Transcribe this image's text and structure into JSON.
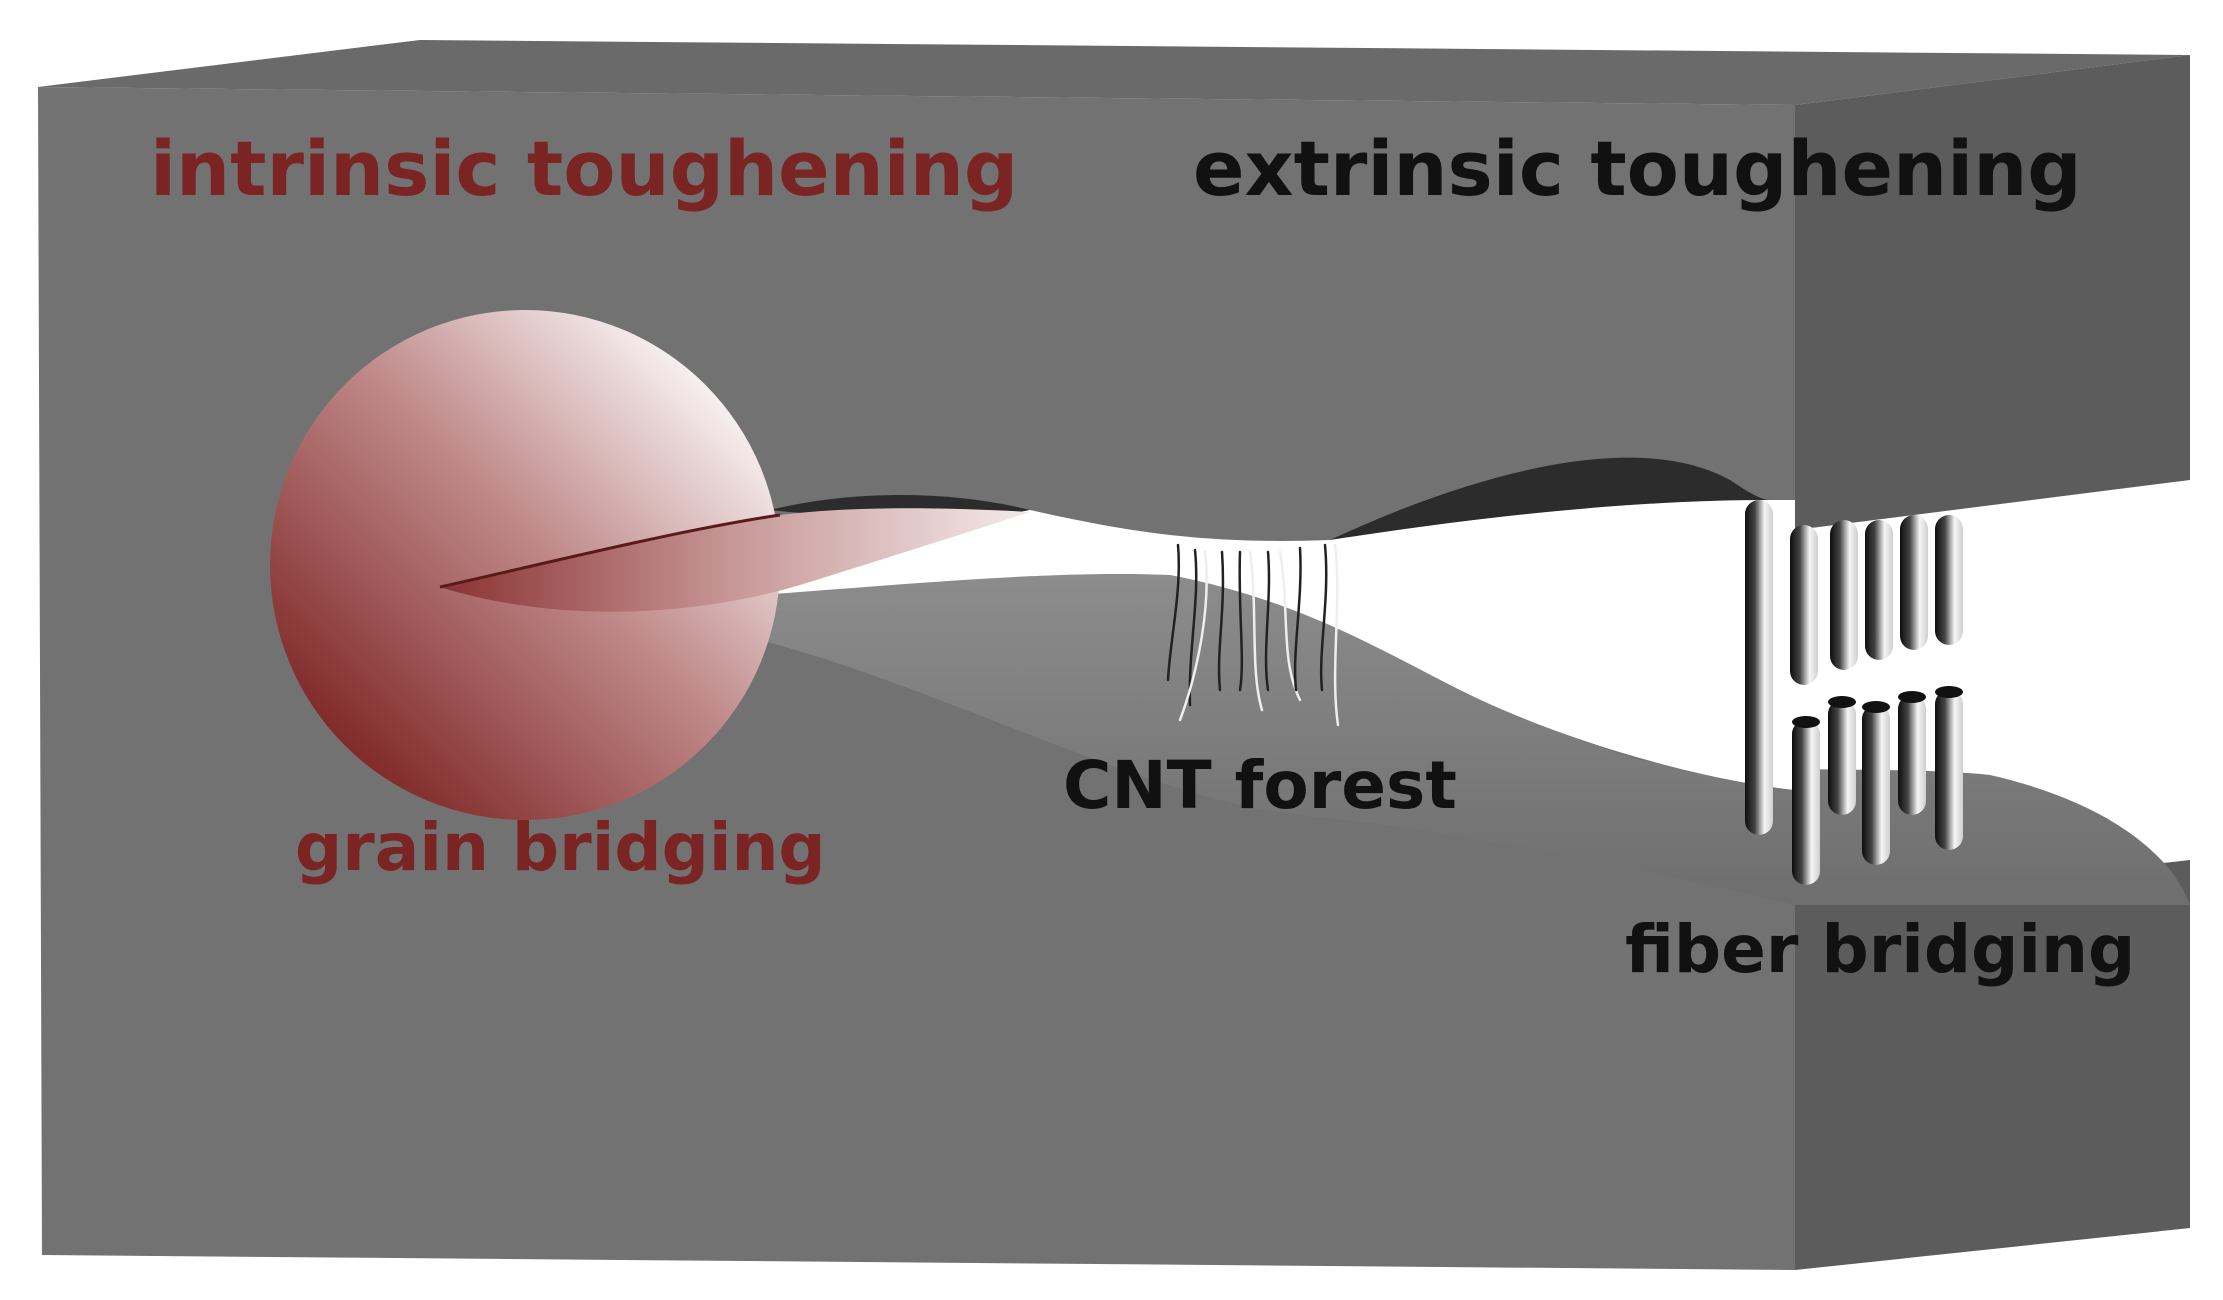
{
  "diagram": {
    "labels": {
      "intrinsic": "intrinsic toughening",
      "extrinsic": "extrinsic toughening",
      "grain_bridging": "grain bridging",
      "cnt_forest": "CNT forest",
      "fiber_bridging": "fiber bridging"
    },
    "colors": {
      "block_front": "#727272",
      "block_top": "#6a6a6a",
      "block_side": "#5c5c5c",
      "crack_dark": "#2c2c2c",
      "crack_void": "#ffffff",
      "grain_dark": "#7a1f1f",
      "grain_light": "#ffffff",
      "label_red": "#7a2424",
      "label_black": "#111111",
      "fiber_dark": "#111111"
    }
  }
}
